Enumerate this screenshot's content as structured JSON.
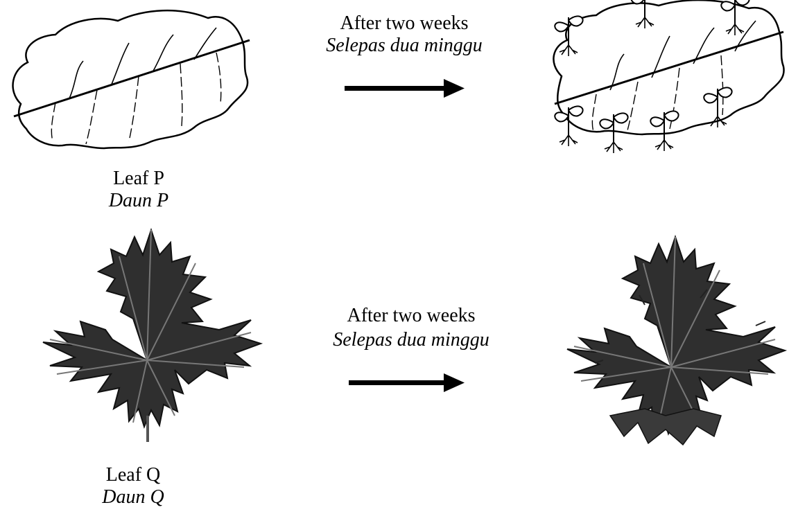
{
  "rows": [
    {
      "leaf_label": "Leaf P",
      "leaf_label_malay": "Daun P",
      "caption": "After two weeks",
      "caption_malay": "Selepas dua minggu",
      "before_icon": "whole-leaf-icon",
      "after_icon": "leaf-with-plantlets-icon"
    },
    {
      "leaf_label": "Leaf Q",
      "leaf_label_malay": "Daun Q",
      "caption": "After two weeks",
      "caption_malay": "Selepas dua minggu",
      "before_icon": "papaya-leaf-icon",
      "after_icon": "withered-papaya-leaf-icon"
    }
  ],
  "colors": {
    "ink": "#000000",
    "leaf_dark": "#2b2b2b"
  }
}
